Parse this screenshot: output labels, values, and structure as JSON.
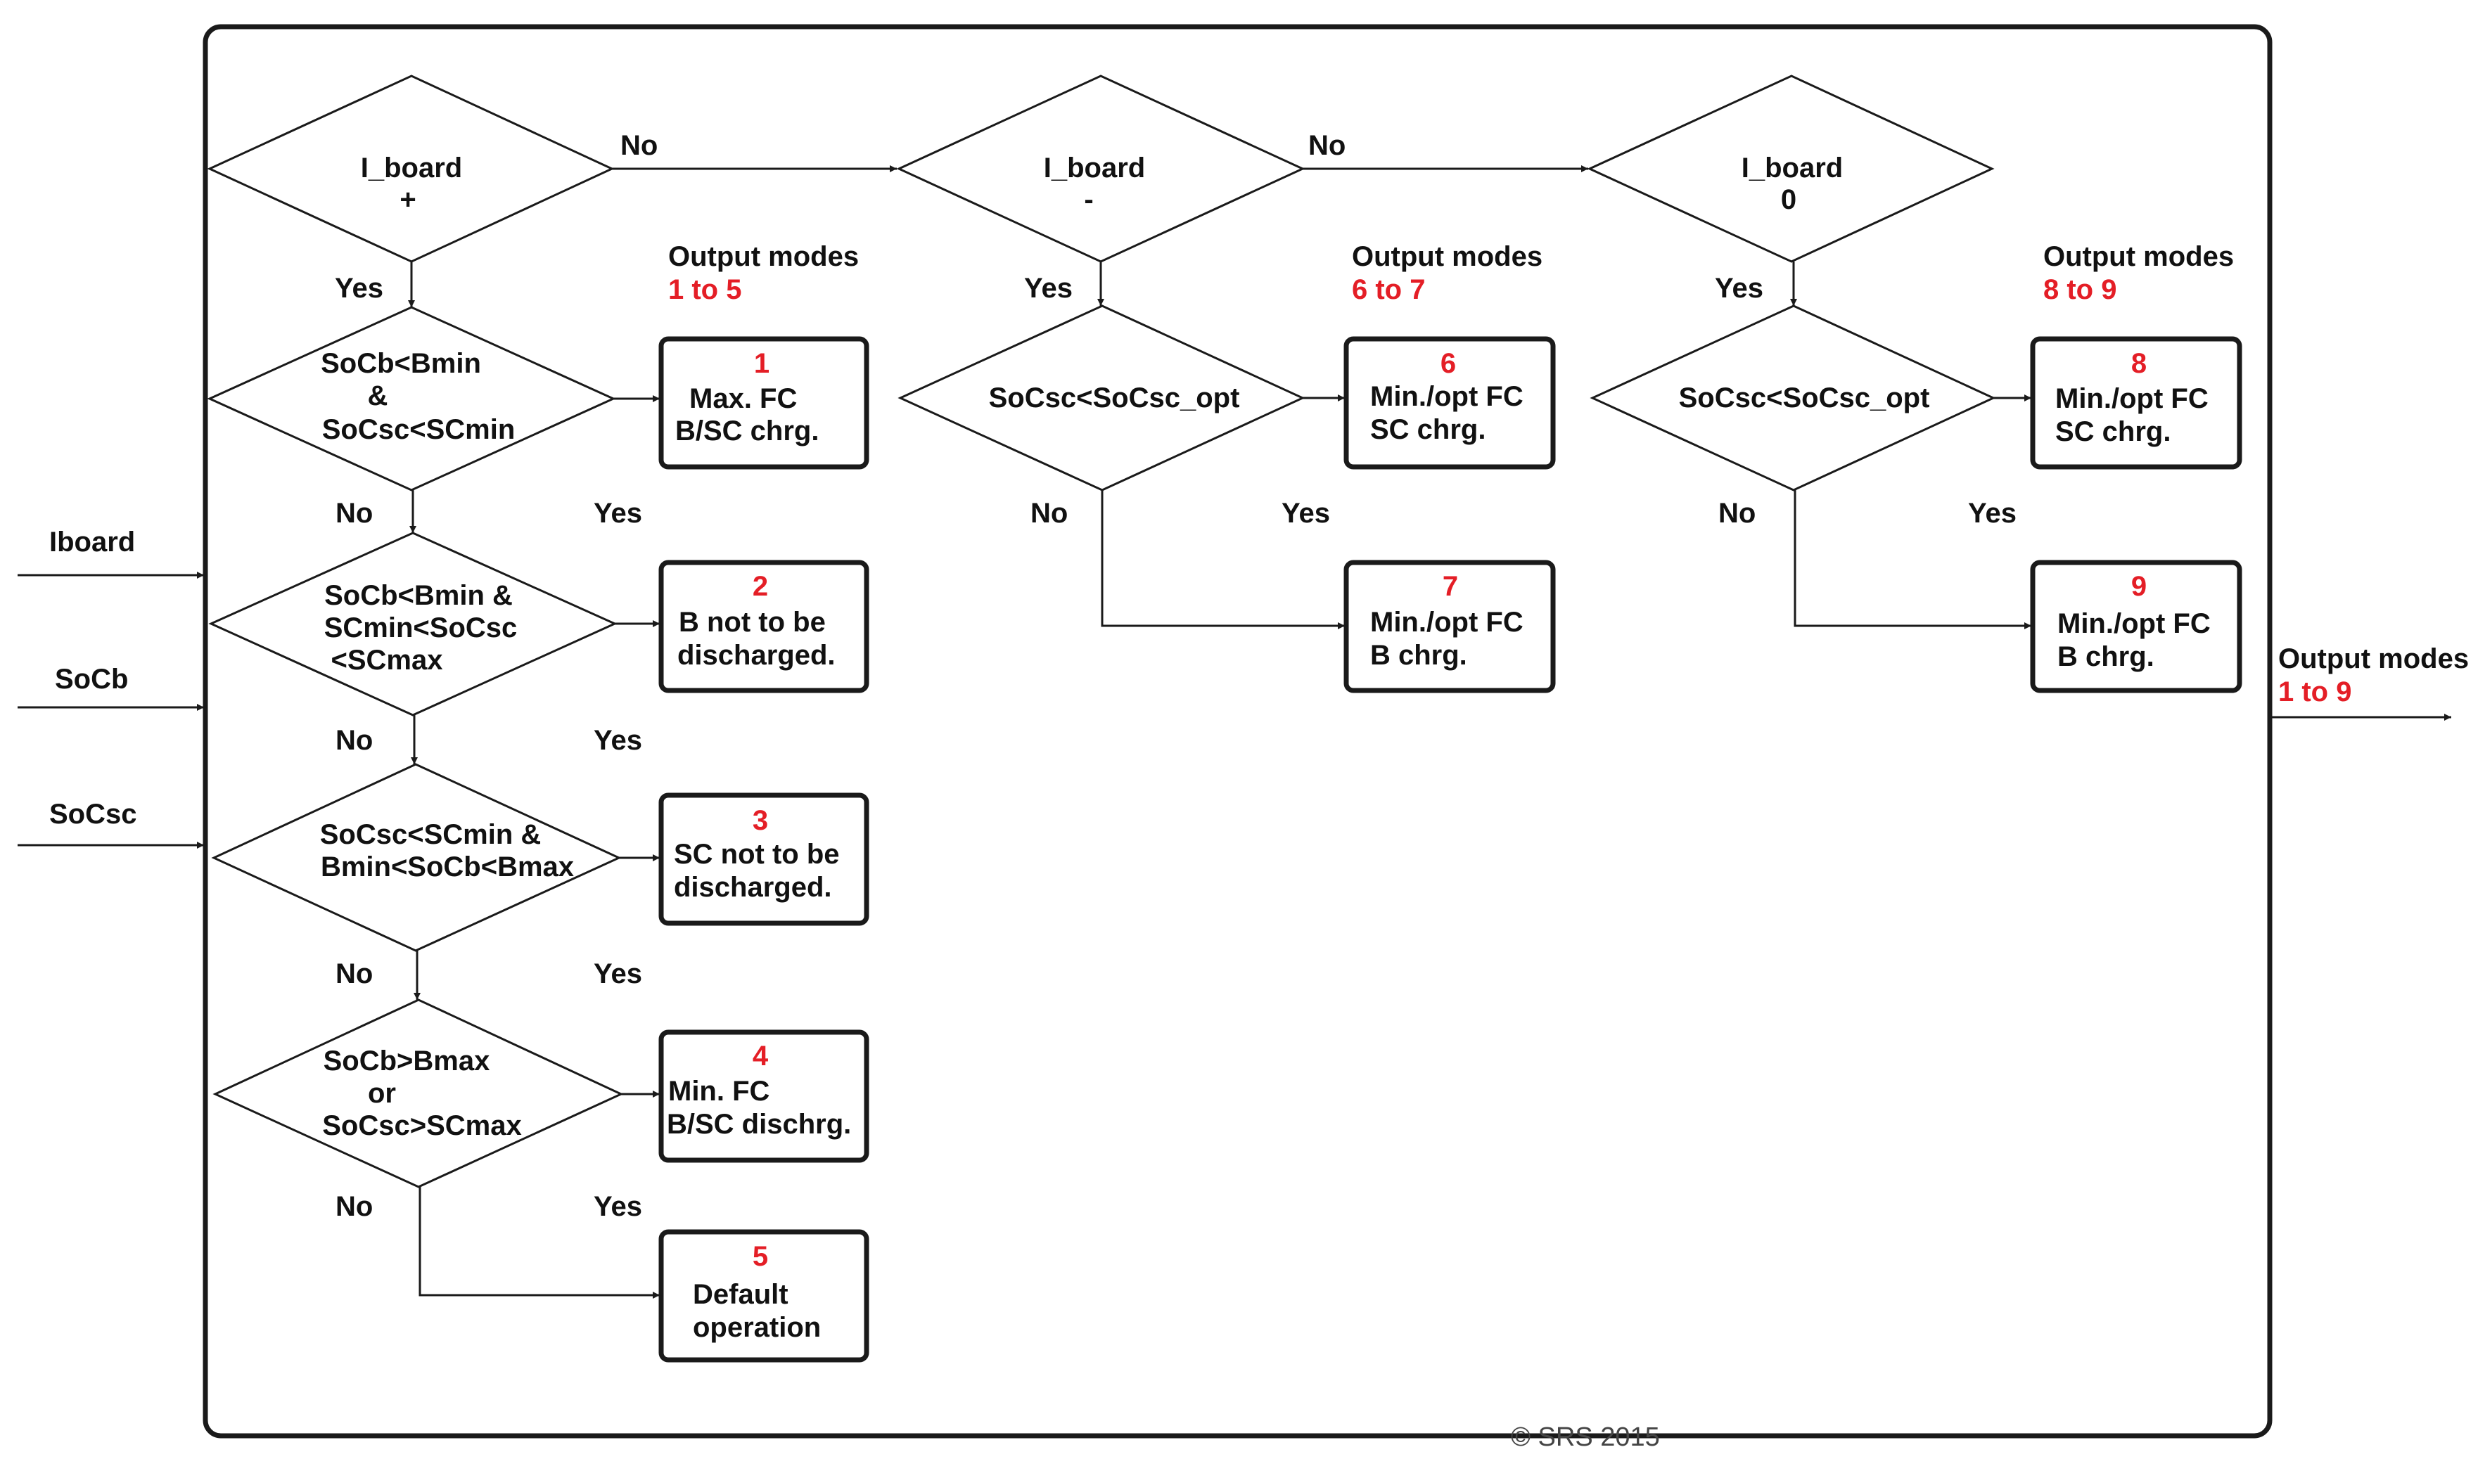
{
  "inputs": [
    "Iboard",
    "SoCb",
    "SoCsc"
  ],
  "output": {
    "title": "Output modes",
    "range": "1 to 9"
  },
  "columns": [
    {
      "top": {
        "lines": [
          "I_board",
          "+"
        ]
      },
      "edge_no": "No",
      "edge_yes": "Yes",
      "output_title": "Output modes",
      "output_range": "1 to 5",
      "conditions": [
        {
          "lines": [
            "SoCb<Bmin",
            "&",
            "SoCsc<SCmin"
          ],
          "yes": "Yes",
          "no": "No"
        },
        {
          "lines": [
            "SoCb<Bmin &",
            "SCmin<SoCsc",
            "<SCmax"
          ],
          "yes": "Yes",
          "no": "No"
        },
        {
          "lines": [
            "SoCsc<SCmin &",
            "Bmin<SoCb<Bmax"
          ],
          "yes": "Yes",
          "no": "No"
        },
        {
          "lines": [
            "SoCb>Bmax",
            "or",
            "SoCsc>SCmax"
          ],
          "yes": "Yes",
          "no": "No"
        }
      ],
      "modes": [
        {
          "num": "1",
          "lines": [
            "Max. FC",
            "B/SC chrg."
          ]
        },
        {
          "num": "2",
          "lines": [
            "B not to be",
            "discharged."
          ]
        },
        {
          "num": "3",
          "lines": [
            "SC not to be",
            "discharged."
          ]
        },
        {
          "num": "4",
          "lines": [
            "Min. FC",
            "B/SC dischrg."
          ]
        },
        {
          "num": "5",
          "lines": [
            "Default",
            "operation"
          ]
        }
      ]
    },
    {
      "top": {
        "lines": [
          "I_board",
          "-"
        ]
      },
      "edge_no": "No",
      "edge_yes": "Yes",
      "output_title": "Output modes",
      "output_range": "6 to 7",
      "conditions": [
        {
          "lines": [
            "SoCsc<SoCsc_opt"
          ],
          "yes": "Yes",
          "no": "No"
        }
      ],
      "modes": [
        {
          "num": "6",
          "lines": [
            "Min./opt FC",
            "SC chrg."
          ]
        },
        {
          "num": "7",
          "lines": [
            "Min./opt FC",
            "B chrg."
          ]
        }
      ]
    },
    {
      "top": {
        "lines": [
          "I_board",
          "0"
        ]
      },
      "edge_yes": "Yes",
      "output_title": "Output modes",
      "output_range": "8 to 9",
      "conditions": [
        {
          "lines": [
            "SoCsc<SoCsc_opt"
          ],
          "yes": "Yes",
          "no": "No"
        }
      ],
      "modes": [
        {
          "num": "8",
          "lines": [
            "Min./opt FC",
            "SC chrg."
          ]
        },
        {
          "num": "9",
          "lines": [
            "Min./opt FC",
            "B chrg."
          ]
        }
      ]
    }
  ],
  "copyright": "© SRS 2015",
  "colors": {
    "line": "#1a1a1a",
    "mode_number": "#e41e26"
  }
}
